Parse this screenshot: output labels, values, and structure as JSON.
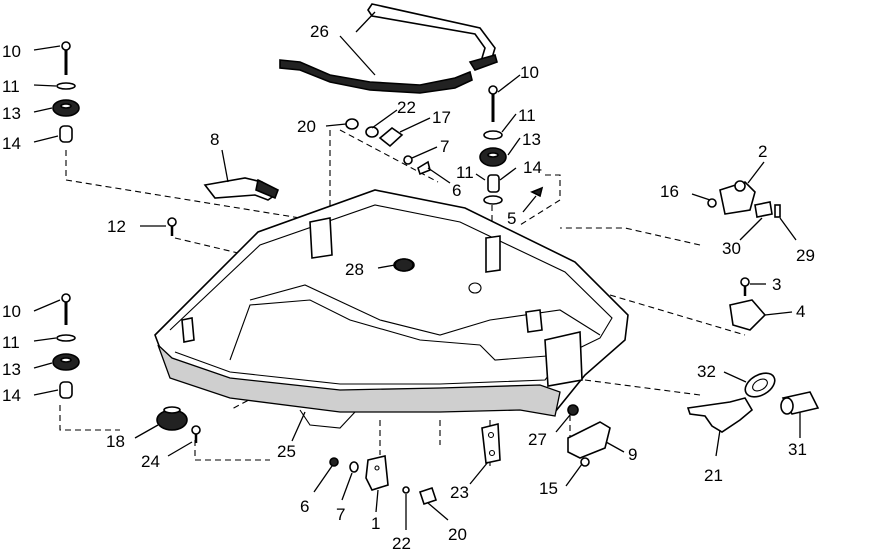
{
  "callouts": [
    {
      "id": "c-10a",
      "text": "10"
    },
    {
      "id": "c-11a",
      "text": "11"
    },
    {
      "id": "c-13a",
      "text": "13"
    },
    {
      "id": "c-14a",
      "text": "14"
    },
    {
      "id": "c-26",
      "text": "26"
    },
    {
      "id": "c-10b",
      "text": "10"
    },
    {
      "id": "c-22a",
      "text": "22"
    },
    {
      "id": "c-20a",
      "text": "20"
    },
    {
      "id": "c-17",
      "text": "17"
    },
    {
      "id": "c-11b",
      "text": "11"
    },
    {
      "id": "c-7a",
      "text": "7"
    },
    {
      "id": "c-13b",
      "text": "13"
    },
    {
      "id": "c-8",
      "text": "8"
    },
    {
      "id": "c-11c",
      "text": "11"
    },
    {
      "id": "c-14b",
      "text": "14"
    },
    {
      "id": "c-2",
      "text": "2"
    },
    {
      "id": "c-6a",
      "text": "6"
    },
    {
      "id": "c-16",
      "text": "16"
    },
    {
      "id": "c-5",
      "text": "5"
    },
    {
      "id": "c-12",
      "text": "12"
    },
    {
      "id": "c-30",
      "text": "30"
    },
    {
      "id": "c-29",
      "text": "29"
    },
    {
      "id": "c-28",
      "text": "28"
    },
    {
      "id": "c-3",
      "text": "3"
    },
    {
      "id": "c-10c",
      "text": "10"
    },
    {
      "id": "c-4",
      "text": "4"
    },
    {
      "id": "c-11d",
      "text": "11"
    },
    {
      "id": "c-13c",
      "text": "13"
    },
    {
      "id": "c-32",
      "text": "32"
    },
    {
      "id": "c-14c",
      "text": "14"
    },
    {
      "id": "c-18",
      "text": "18"
    },
    {
      "id": "c-27",
      "text": "27"
    },
    {
      "id": "c-25",
      "text": "25"
    },
    {
      "id": "c-9",
      "text": "9"
    },
    {
      "id": "c-31",
      "text": "31"
    },
    {
      "id": "c-24",
      "text": "24"
    },
    {
      "id": "c-21",
      "text": "21"
    },
    {
      "id": "c-23",
      "text": "23"
    },
    {
      "id": "c-15",
      "text": "15"
    },
    {
      "id": "c-6b",
      "text": "6"
    },
    {
      "id": "c-7b",
      "text": "7"
    },
    {
      "id": "c-1",
      "text": "1"
    },
    {
      "id": "c-20b",
      "text": "20"
    },
    {
      "id": "c-22b",
      "text": "22"
    }
  ]
}
